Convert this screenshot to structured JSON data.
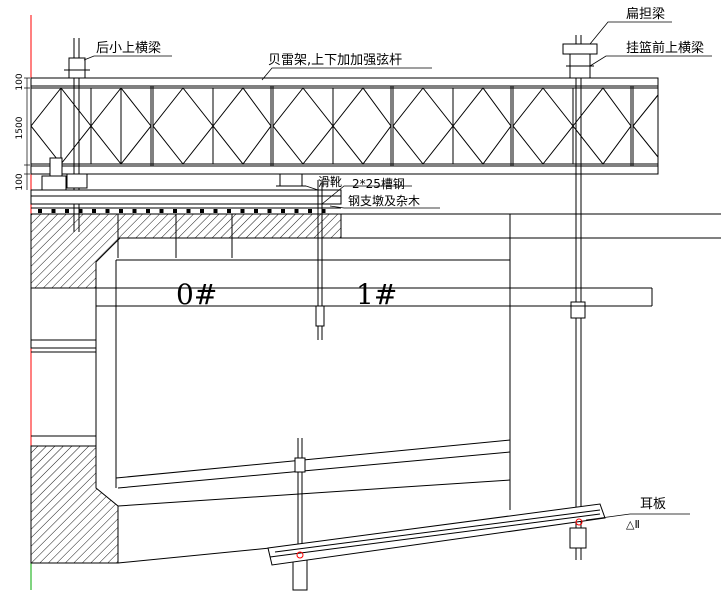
{
  "labels": {
    "rear_small_upper_beam": "后小上横梁",
    "bailey_truss": "贝雷架,上下加加强弦杆",
    "shoulder_beam": "扁担梁",
    "front_upper_beam": "挂篮前上横梁",
    "slide_shoe": "滑靴",
    "channel_steel": "2*25槽钢",
    "steel_support": "钢支墩及杂木",
    "segment_0": "0#",
    "segment_1": "1#",
    "ear_plate": "耳板",
    "ear_plate_mark": "△Ⅱ"
  },
  "dimensions": {
    "top_chord": "100",
    "truss_height": "1500",
    "bottom_chord": "100"
  },
  "colors": {
    "line": "#000000",
    "axis_red": "#ff0000",
    "axis_green": "#00aa00"
  }
}
